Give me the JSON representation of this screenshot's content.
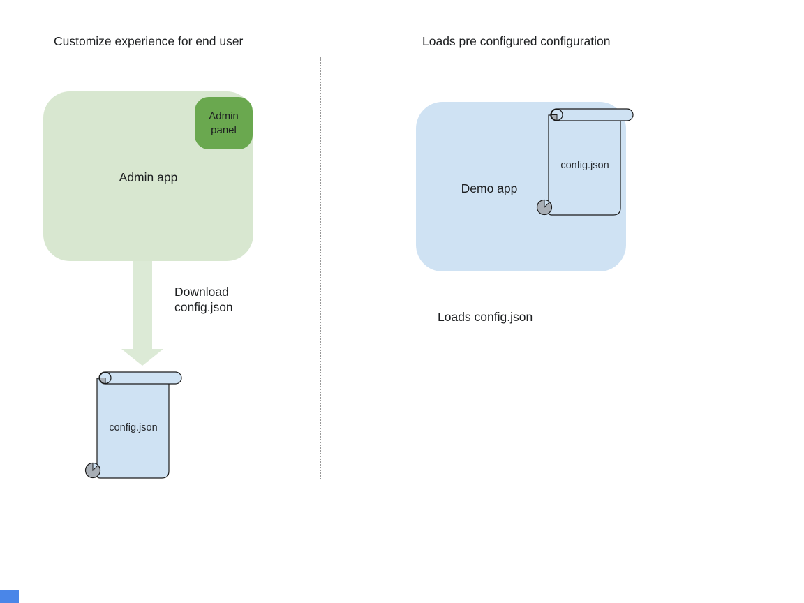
{
  "diagram": {
    "left": {
      "heading": "Customize experience for end user",
      "admin_app_label": "Admin app",
      "admin_panel_label": "Admin panel",
      "download_label": "Download config.json",
      "config_file_label": "config.json"
    },
    "right": {
      "heading": "Loads pre configured configuration",
      "demo_app_label": "Demo app",
      "config_file_label": "config.json",
      "caption": "Loads config.json"
    },
    "colors": {
      "app_box_green": "#d8e7d0",
      "panel_green": "#6aa84f",
      "app_box_blue": "#cfe2f3",
      "scroll_fill_blue": "#cfe2f3",
      "scroll_curl_gray": "#a8aeb5",
      "arrow_green": "#dcead6",
      "outline_black": "#1a1a1a",
      "divider_gray": "#999999",
      "text_black": "#1d1f21",
      "corner_shape_blue": "#4a86e8"
    }
  }
}
